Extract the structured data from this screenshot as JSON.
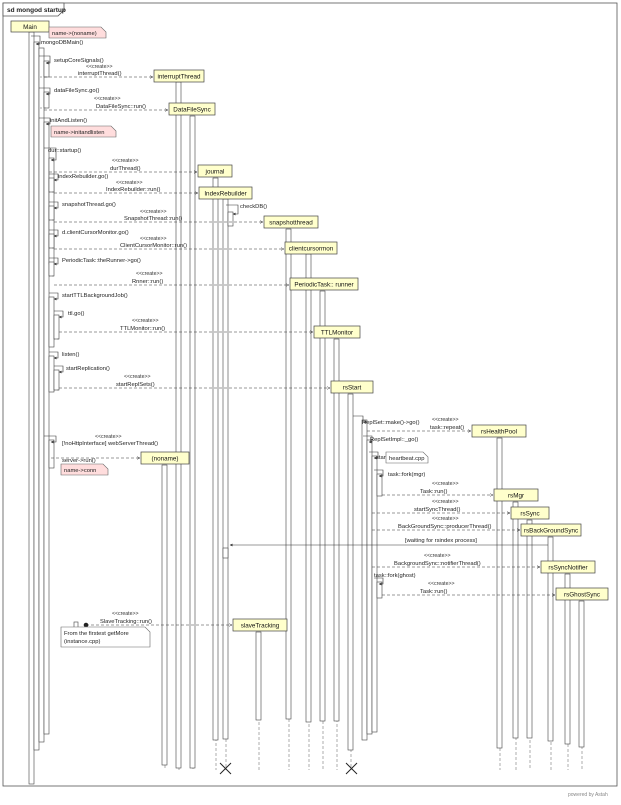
{
  "frame": {
    "title": "sd mongod startup"
  },
  "objects": {
    "main": "Main",
    "interruptThread": "interruptThread",
    "dataFileSync": "DataFileSync",
    "journal": "journal",
    "indexRebuilder": "IndexRebuilder",
    "snapshotthread": "snapshotthread",
    "clientcursormon": "clientcursormon",
    "periodicRunner": "PeriodicTask:: runner",
    "ttlMonitor": "TTLMonitor",
    "rsStart": "rsStart",
    "rsHealthPool": "rsHealthPool",
    "noname": "(noname)",
    "rsMgr": "rsMgr",
    "rsSync": "rsSync",
    "rsBackGroundSync": "rsBackGroundSync",
    "rsSyncNotifier": "rsSyncNotifier",
    "rsGhostSync": "rsGhostSync",
    "slaveTracking": "slaveTracking"
  },
  "messages": {
    "mongoDbMain": "mongoDBMain()",
    "setupCoreSignals": "setupCoreSignals()",
    "create": "<<create>>",
    "interruptThreadCall": "interruptThread()",
    "dataFileSyncGo": "dataFileSync.go()",
    "dataFileSyncRun": "DataFileSync::run()",
    "initAndListen": "initAndListen()",
    "durStartup": "dur::startup()",
    "durThread": "durThread()",
    "indexRebuilderGo": "indexRebuilder.go()",
    "indexRebuilderRun": "IndexRebuilder::run()",
    "checkDB": "checkDB()",
    "snapshotThreadGo": "snapshotThread.go()",
    "snapshotThreadRun": "SnapshotThread::run()",
    "clientCursorMonitorGo": "d.clientCursorMonitor.go()",
    "clientCursorMonitorRun": "ClientCursorMonitor::run()",
    "periodicTaskGo": "PeriodicTask::theRunner->go()",
    "runnerRun": "Rnner::run()",
    "startTTL": "startTTLBackgroundJob()",
    "ttlGo": "ttl.go()",
    "ttlRun": "TTLMonitor::run()",
    "listen": "listen()",
    "startReplication": "startReplication()",
    "startReplSets": "startReplSets()",
    "replSetMake": "ReplSet::make()->go()",
    "taskRepeat": "task::repeat()",
    "replSetImplGo": "ReplSetImpl::_go()",
    "startThreads": "startThreads()",
    "taskForkMgr": "task::fork(mgr)",
    "taskRun": "Task::run()",
    "startSyncThread": "startSyncThread()",
    "producerThread": "BackGroundSync::producerThread()",
    "waitingRsIndex": "[waiting for rsindex process]",
    "notifierThread": "BackgroundSync::notifierThread()",
    "taskForkGhost": "task::fork(ghost)",
    "webServerThread": "[!noHttpInterface] webServerThread()",
    "serverRun": "server->run()",
    "slaveTrackingRun": "SlaveTracking::run()"
  },
  "notes": {
    "noname": "name->(noname)",
    "initAndListen": "name->initandlisten",
    "heartbeat": "heartbeat.cpp",
    "conn": "name->conn",
    "firstGetMore": [
      "From the firstest getMore",
      "(instance.cpp)"
    ]
  },
  "footer": "powered by Astah"
}
